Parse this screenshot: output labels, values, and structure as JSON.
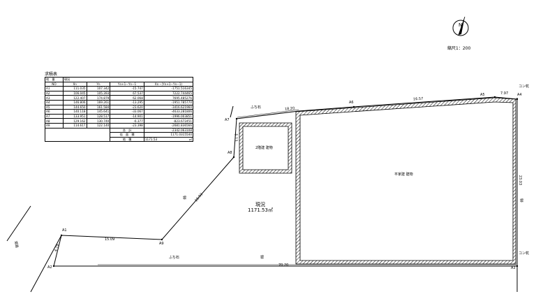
{
  "scale": "縮尺1：200",
  "north_letter": "N",
  "table": {
    "title": "求積表",
    "header_group_left": "地　番",
    "header_group_right": "現況",
    "columns": [
      "NO",
      "Xn",
      "Yn",
      "Yn+1−Yn−1",
      "Xn・(Yn+1−Yn−1)"
    ],
    "rows": [
      [
        "A1",
        "111.035",
        "107.342",
        "-15.747",
        "-1751.516345"
      ],
      [
        "A2",
        "106.045",
        "105.393",
        "67.537",
        "7222.744465"
      ],
      [
        "A3",
        "122.407",
        "174.879",
        "62.068",
        "7695.485276"
      ],
      [
        "A4",
        "146.806",
        "169.261",
        "-13.295",
        "-1951.785770"
      ],
      [
        "A5",
        "144.650",
        "161.584",
        "-23.620",
        "-3416.621960"
      ],
      [
        "A6",
        "140.118",
        "145.641",
        "-33.067",
        "-4633.281806"
      ],
      [
        "A7",
        "133.951",
        "128.517",
        "-14.901",
        "-1996.003851"
      ],
      [
        "A8",
        "129.162",
        "130.740",
        "-6.377",
        "-823.672451"
      ],
      [
        "A9",
        "114.617",
        "122.140",
        "-23.398",
        "-2681.836566"
      ]
    ],
    "sum_label": "合　計",
    "sum_value": "-2342.063108",
    "double_area_label": "倍　面　積",
    "double_area_value": "1171.0315540",
    "area_label": "地　積",
    "area_value": "1171.53",
    "area_unit": "㎡"
  },
  "points": {
    "A1": "A1",
    "A2": "A2",
    "A3": "A3",
    "A4": "A4",
    "A5": "A5",
    "A6": "A6",
    "A7": "A7",
    "A8": "A8",
    "A9": "A9"
  },
  "lengths": {
    "a1_a2": "4.79",
    "a1_a9": "15.09",
    "a9_a8": "16.93",
    "a8_a7": "5.13",
    "a7_a6": "18.20",
    "a6_a5": "16.57",
    "a5_a4": "7.97",
    "a4_a3": "23.03",
    "a3_a2": "70.20"
  },
  "annotations": {
    "road": "道路",
    "block_top": "ふち石",
    "block_bottom": "ふち石",
    "fence_left": "塀",
    "fence_bottom": "塀",
    "fence_right": "塀",
    "post_top": "コン杭",
    "post_bottom": "コン杭",
    "building_small": "2階建 建物",
    "building_large": "平家建 建物",
    "genkyo": "現況",
    "area": "1171.53㎡"
  }
}
